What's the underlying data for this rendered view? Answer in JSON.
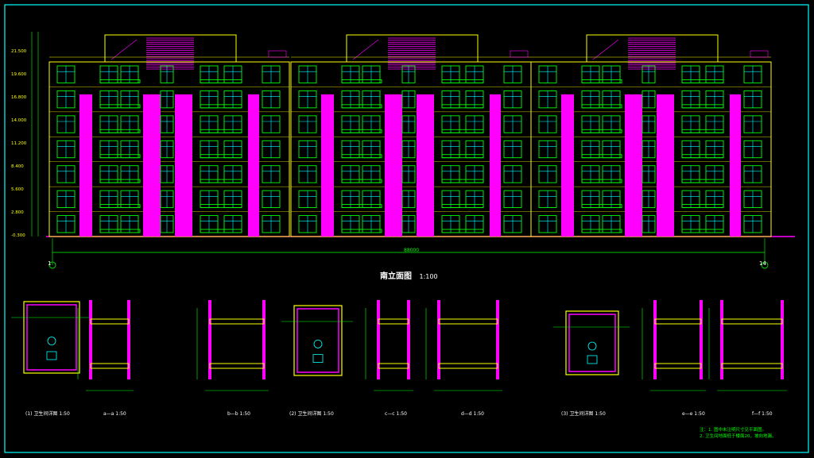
{
  "elevation": {
    "title": "南立面图",
    "scale": "1:100",
    "axis_start": "1",
    "axis_end": "14",
    "overall_dim": "88000"
  },
  "level_labels": [
    "-0.300",
    "2.800",
    "5.600",
    "8.400",
    "11.200",
    "14.000",
    "16.800",
    "19.600",
    "21.500"
  ],
  "details": [
    {
      "num": "1",
      "label": "卫生间详图",
      "scale": "1:50"
    },
    {
      "num": "",
      "label": "a—a",
      "scale": "1:50"
    },
    {
      "num": "",
      "label": "b—b",
      "scale": "1:50"
    },
    {
      "num": "2",
      "label": "卫生间详图",
      "scale": "1:50"
    },
    {
      "num": "",
      "label": "c—c",
      "scale": "1:50"
    },
    {
      "num": "",
      "label": "d—d",
      "scale": "1:50"
    },
    {
      "num": "3",
      "label": "卫生间详图",
      "scale": "1:50"
    },
    {
      "num": "",
      "label": "e—e",
      "scale": "1:50"
    },
    {
      "num": "",
      "label": "f—f",
      "scale": "1:50"
    }
  ],
  "notes": [
    "注：1. 图中未注明尺寸见平面图。",
    "2. 卫生间地面低于楼面20，坡向地漏。"
  ],
  "colors": {
    "frame": "#00ffff",
    "wall": "#ffff00",
    "window": "#00ff00",
    "glass": "#00ffff",
    "panel": "#ff00ff",
    "balcony_rail": "#00ff00",
    "dims": "#00ff00",
    "hatch": "#ff00ff"
  }
}
